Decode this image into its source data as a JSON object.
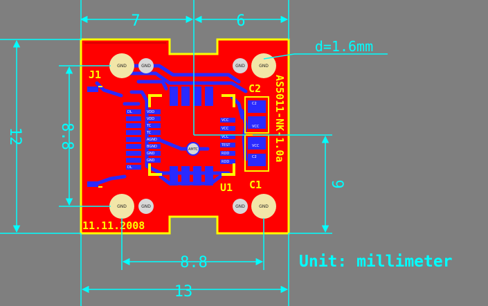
{
  "colors": {
    "background": "#7f7f7f",
    "dimension": "#00ffff",
    "board": "#ff0000",
    "silkscreen": "#ffff00",
    "bottom_copper": "#2a2aff",
    "pad": "#f2e6a8"
  },
  "dimensions": {
    "top_left_width": "7",
    "top_right_width": "6",
    "left_height": "12",
    "inner_left_height": "8.8",
    "right_height": "9",
    "bottom_pad_spacing": "8.8",
    "bottom_width": "13",
    "drill": "d=1.6mm"
  },
  "labels": {
    "j1": "J1",
    "u1": "U1",
    "c1": "C1",
    "c2": "C2",
    "part_number": "AS5011-NK-1.0a",
    "date": "11.11.2008",
    "unit": "Unit: millimeter",
    "mounting_hole": "GND",
    "sensor_center": "AMTC"
  },
  "pin_labels_left": [
    "VDD",
    "VDD",
    "TC",
    "TC",
    "AGND",
    "BGND",
    "GND",
    "GND",
    "DL",
    "DL"
  ],
  "pin_labels_right": [
    "VCC",
    "VCC",
    "VCC",
    "TEST",
    "RDD",
    "RDD"
  ],
  "cap_labels": [
    "C2",
    "C2",
    "VCC",
    "VCC"
  ]
}
